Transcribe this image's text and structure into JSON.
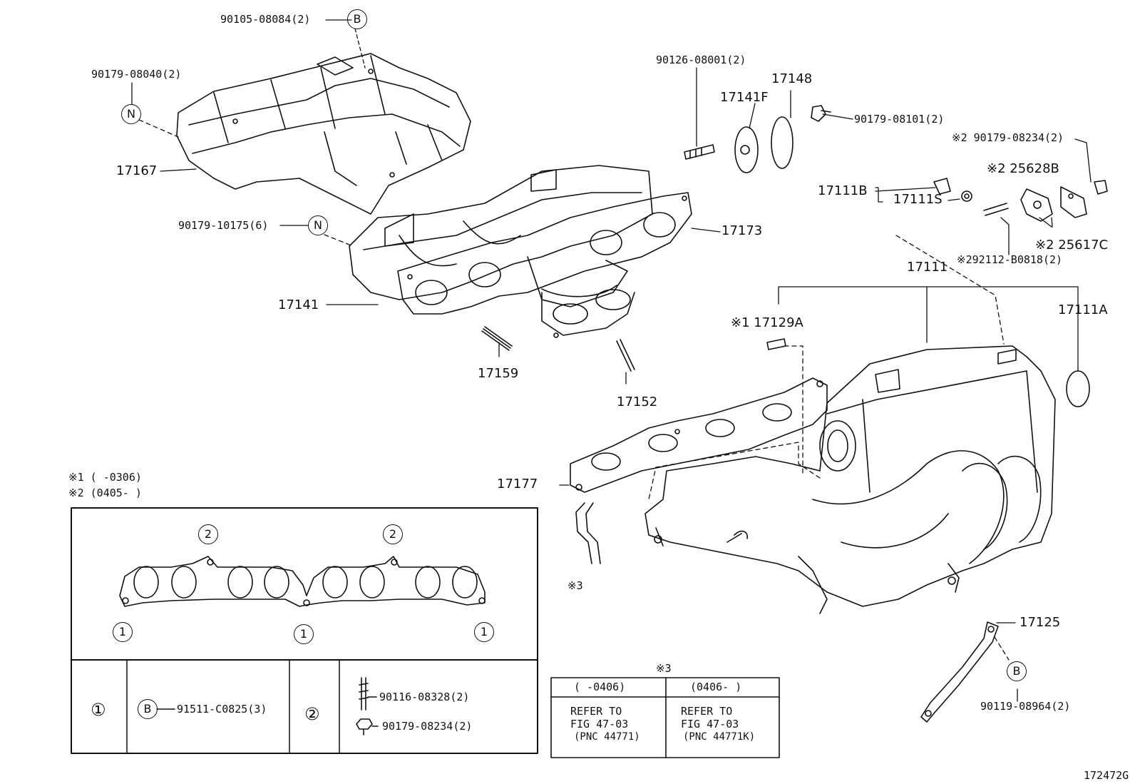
{
  "diagram_id": "172472G",
  "callouts": {
    "p_90105_08084": "90105-08084(2)",
    "p_90179_08040": "90179-08040(2)",
    "p_17167": "17167",
    "p_90179_10175": "90179-10175(6)",
    "p_17141": "17141",
    "p_17159": "17159",
    "p_17152": "17152",
    "p_17173": "17173",
    "p_90126_08001": "90126-08001(2)",
    "p_17148": "17148",
    "p_17141F": "17141F",
    "p_90179_08101": "90179-08101(2)",
    "p_90179_08234_a": "※2 90179-08234(2)",
    "p_25628B": "※2 25628B",
    "p_17111B": "17111B",
    "p_17111S": "17111S",
    "p_25617C": "※2 25617C",
    "p_92112": "※292112-B0818(2)",
    "p_17111": "17111",
    "p_17111A": "17111A",
    "p_17129A": "※1 17129A",
    "p_17177": "17177",
    "p_ref3": "※3",
    "p_17125": "17125",
    "p_90119_08964": "90119-08964(2)"
  },
  "markers": {
    "B": "B",
    "N": "N",
    "one": "1",
    "two": "2",
    "three": "※3"
  },
  "notes": {
    "note1": "※1 (      -0306)",
    "note2": "※2 (0405-      )"
  },
  "legend_table": {
    "row1_mark": "①",
    "row1_part": "91511-C0825(3)",
    "row2_mark": "②",
    "row2_part_a": "90116-08328(2)",
    "row2_part_b": "90179-08234(2)"
  },
  "ref_table": {
    "title": "※3",
    "col1_head": "(      -0406)",
    "col2_head": "(0406-      )",
    "col1_line1": "REFER TO",
    "col1_line2": "FIG 47-03",
    "col1_line3": "(PNC 44771)",
    "col2_line1": "REFER TO",
    "col2_line2": "FIG 47-03",
    "col2_line3": "(PNC 44771K)"
  }
}
